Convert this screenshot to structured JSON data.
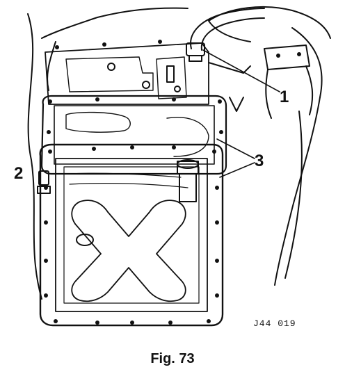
{
  "figure": {
    "caption": "Fig. 73",
    "drawing_code": "J44 019",
    "callouts": {
      "c1": "1",
      "c2": "2",
      "c3": "3"
    }
  }
}
